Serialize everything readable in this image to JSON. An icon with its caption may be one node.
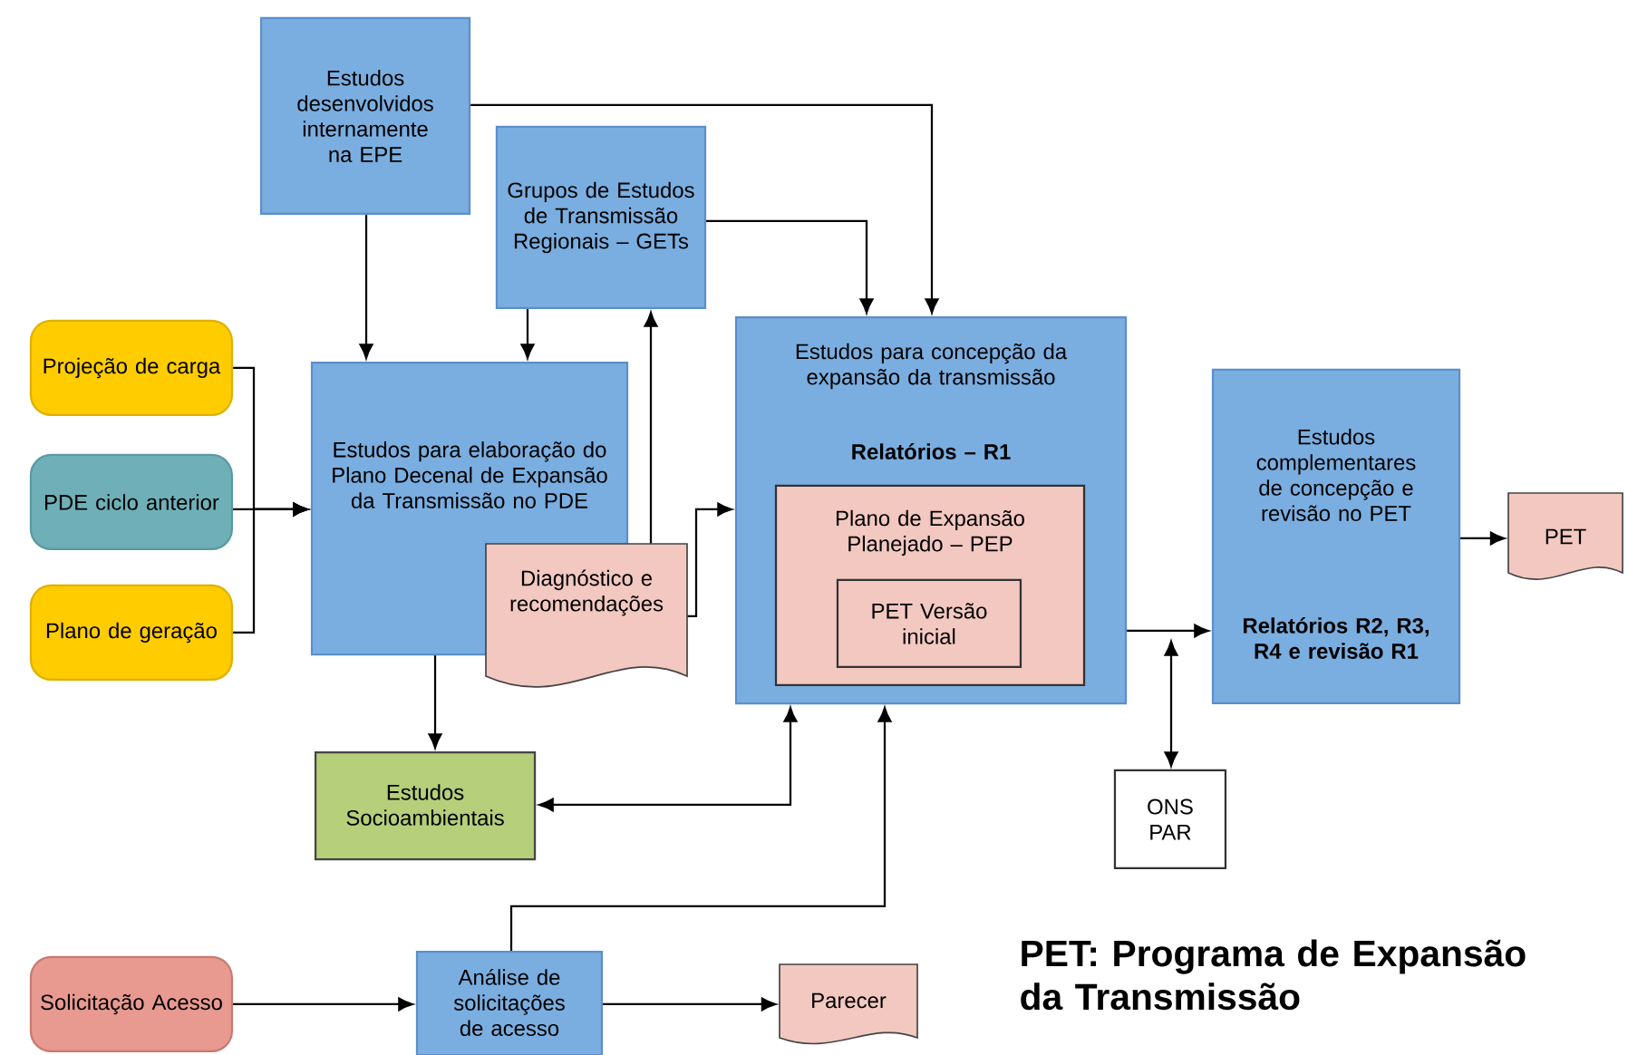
{
  "diagram": {
    "nodes": [
      {
        "text": [
          "Estudos desenvolvidos internamente na EPE"
        ]
      },
      {
        "text": [
          "Grupos de Estudos de Transmissão Regionais – GETs"
        ]
      },
      {
        "text": [
          "Projeção de carga"
        ]
      },
      {
        "text": [
          "PDE ciclo anterior"
        ]
      },
      {
        "text": [
          "Plano de geração"
        ]
      },
      {
        "text": [
          "Estudos para elaboração do Plano Decenal de Expansão da Transmissão no PDE"
        ]
      },
      {
        "text": [
          "Diagnóstico e recomendações"
        ]
      },
      {
        "text": [
          "Estudos para concepção da expansão da transmissão",
          "Relatórios – R1"
        ]
      },
      {
        "text": [
          "Plano de Expansão Planejado – PEP"
        ],
        "in": 7
      },
      {
        "text": [
          "PET Versão inicial"
        ],
        "in": 8
      },
      {
        "text": [
          "Estudos complementares de concepção e revisão no PET",
          "Relatórios R2, R3, R4 e revisão R1"
        ]
      },
      {
        "text": [
          "PET"
        ]
      },
      {
        "text": [
          "ONS PAR"
        ]
      },
      {
        "text": [
          "Estudos Socioambientais"
        ]
      },
      {
        "text": [
          "Solicitação Acesso"
        ]
      },
      {
        "text": [
          "Análise de solicitações de acesso"
        ]
      },
      {
        "text": [
          "Parecer"
        ]
      }
    ],
    "edges": [
      {
        "from": 0,
        "to": 5,
        "arrow": "to"
      },
      {
        "from": 0,
        "to": 7,
        "arrow": "to"
      },
      {
        "from": 1,
        "to": 5,
        "arrow": "to"
      },
      {
        "from": 1,
        "to": 7,
        "arrow": "to"
      },
      {
        "from": 6,
        "to": 1,
        "arrow": "to"
      },
      {
        "from": 6,
        "to": 7,
        "arrow": "to"
      },
      {
        "from": 2,
        "to": 5,
        "arrow": "to"
      },
      {
        "from": 3,
        "to": 5,
        "arrow": "to"
      },
      {
        "from": 4,
        "to": 5,
        "arrow": "to"
      },
      {
        "from": 5,
        "to": 13,
        "arrow": "to"
      },
      {
        "from": 13,
        "to": 7,
        "arrow": "both"
      },
      {
        "from": 15,
        "to": 7,
        "arrow": "to"
      },
      {
        "from": 7,
        "to": 10,
        "arrow": "to"
      },
      {
        "from": 12,
        "to": null,
        "arrow": "both"
      },
      {
        "from": 10,
        "to": 11,
        "arrow": "to"
      },
      {
        "from": 14,
        "to": 15,
        "arrow": "to"
      },
      {
        "from": 15,
        "to": 16,
        "arrow": "to"
      }
    ],
    "labels": [
      "PET: Programa de Expansão da Transmissão"
    ]
  }
}
